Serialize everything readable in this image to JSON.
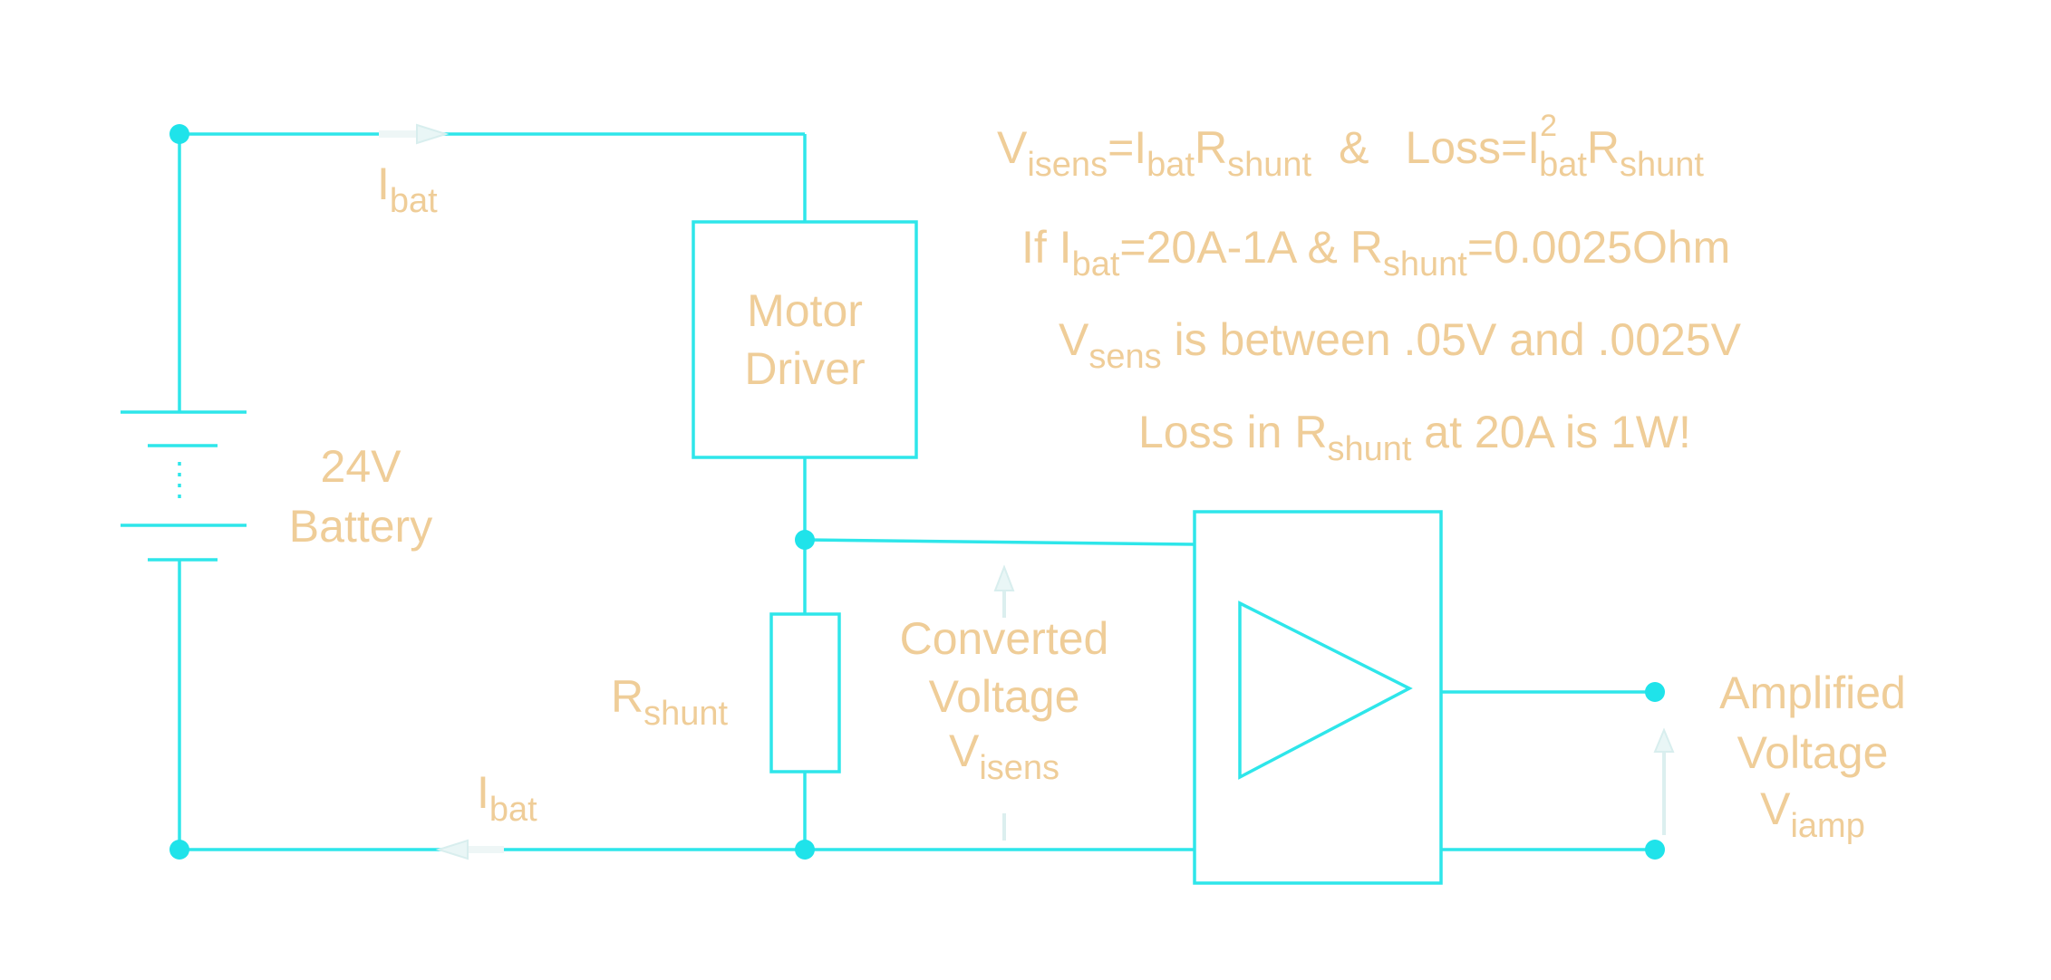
{
  "components": {
    "battery": {
      "line1": "24V",
      "line2": "Battery"
    },
    "motor_driver": {
      "line1": "Motor",
      "line2": "Driver"
    },
    "shunt": {
      "main": "R",
      "sub": "shunt"
    }
  },
  "currents": {
    "top": {
      "main": "I",
      "sub": "bat"
    },
    "bottom": {
      "main": "I",
      "sub": "bat"
    }
  },
  "converted": {
    "line1": "Converted",
    "line2": "Voltage",
    "v_main": "V",
    "v_sub": "isens"
  },
  "amplified": {
    "line1": "Amplified",
    "line2": "Voltage",
    "v_main": "V",
    "v_sub": "iamp"
  },
  "equations": {
    "eq1": {
      "a_main": "V",
      "a_sub": "isens",
      "eq": "=I",
      "b_sub": "bat",
      "c_main": "R",
      "c_sub": "shunt",
      "amp": "&",
      "loss": "Loss=I",
      "sup": "2",
      "d_sub": "bat",
      "e_main": "R",
      "e_sub": "shunt"
    },
    "eq2": {
      "a": "If I",
      "a_sub": "bat",
      "b": "=20A-1A & R",
      "b_sub": "shunt",
      "c": "=0.0025Ohm"
    },
    "eq3": {
      "a": "V",
      "a_sub": "sens",
      "b": " is between .05V and .0025V"
    },
    "eq4": {
      "a": "Loss in R",
      "a_sub": "shunt",
      "b": " at 20A is 1W!"
    }
  },
  "colors": {
    "wire": "#2ee6ea",
    "text": "#efcd98",
    "arrow": "#e9f6f6"
  }
}
